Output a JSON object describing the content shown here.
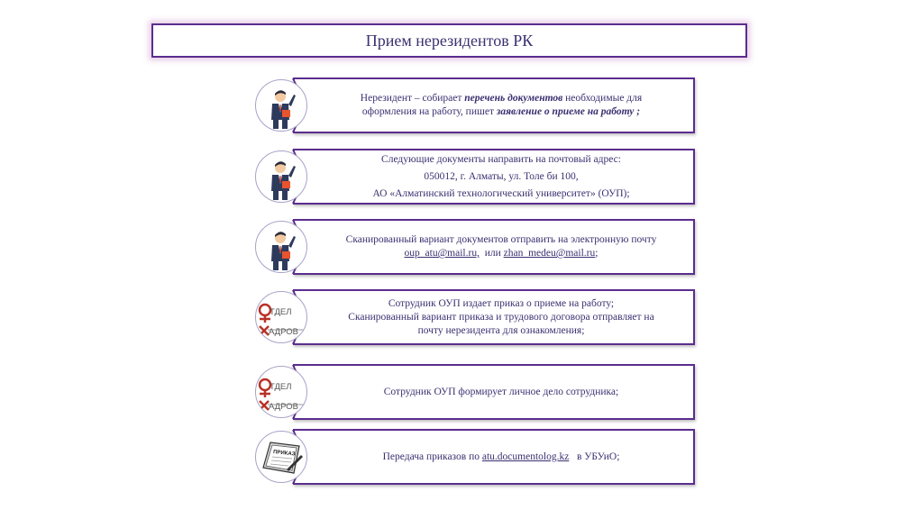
{
  "title": "Прием нерезидентов РК",
  "steps": [
    {
      "icon": "businessman-icon",
      "parts": {
        "a": "Нерезидент – собирает ",
        "b": "перечень документов",
        "c": " необходимые для",
        "d": "оформления на работу, пишет ",
        "e": "заявление о приеме на работу ;"
      }
    },
    {
      "icon": "businessman-icon",
      "lines": [
        "Следующие  документы направить на почтовый адрес:",
        "050012, г. Алматы, ул. Толе би 100,",
        "АО «Алматинский технологический университет» (ОУП);"
      ]
    },
    {
      "icon": "businessman-icon",
      "parts": {
        "a": "Сканированный вариант документов отправить на электронную почту",
        "email1": "oup_atu@mail.ru,",
        "or": "  или ",
        "email2": "zhan_medeu@mail.ru",
        "end": ";"
      }
    },
    {
      "icon": "hr-department-logo",
      "logo_top": "ТДЕЛ",
      "logo_bottom": "АДРОВ",
      "lines": [
        "Сотрудник ОУП издает приказ о приеме на работу;",
        "Сканированный вариант приказа и трудового договора отправляет на",
        "почту нерезидента для ознакомления;"
      ]
    },
    {
      "icon": "hr-department-logo",
      "logo_top": "ТДЕЛ",
      "logo_bottom": "АДРОВ",
      "lines": [
        "Сотрудник ОУП формирует личное дело сотрудника;"
      ]
    },
    {
      "icon": "order-document-icon",
      "doc_label": "ПРИКАЗ",
      "parts": {
        "a": "Передача приказов по ",
        "link": "atu.documentolog.kz",
        "b": "   в УБУиО;"
      }
    }
  ],
  "colors": {
    "border": "#5b2d8e",
    "text": "#3a3070",
    "logo_red": "#b83227"
  }
}
